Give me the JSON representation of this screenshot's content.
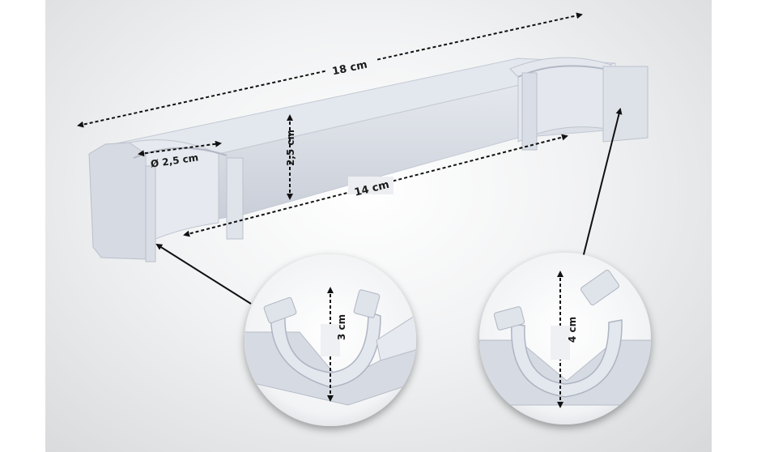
{
  "dimensions": {
    "total_length": "18 cm",
    "inner_length": "14 cm",
    "height": "2,5 cm",
    "diameter": "Ø 2,5 cm",
    "clip_small": "3 cm",
    "clip_large": "4 cm"
  },
  "colors": {
    "plastic": "#d8dde6",
    "plastic_shadow": "#b7bdc8",
    "arrow": "#111111"
  }
}
